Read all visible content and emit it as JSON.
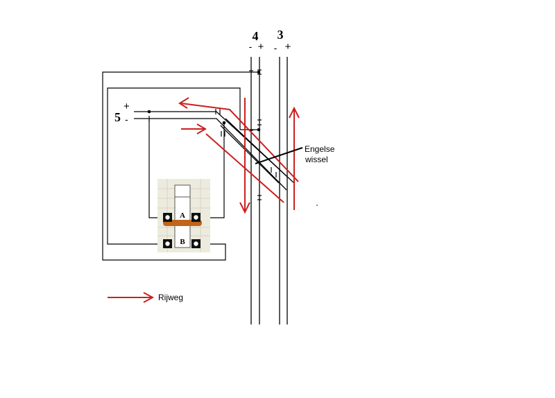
{
  "tracks": {
    "track4": {
      "number": "4",
      "minus": "-",
      "plus": "+"
    },
    "track3": {
      "number": "3",
      "minus": "-",
      "plus": "+"
    },
    "track5": {
      "number": "5",
      "plus": "+",
      "minus": "-"
    }
  },
  "switch_label": {
    "line1": "Engelse",
    "line2": "wissel"
  },
  "relay": {
    "label_a": "A",
    "label_b": "B"
  },
  "legend": {
    "label": "Rijweg"
  },
  "colors": {
    "wire": "#000000",
    "route_arrow": "#cc1f1f",
    "relay_bg": "#ecebdd",
    "relay_bar": "#c0651c",
    "terminal": "#111111"
  }
}
